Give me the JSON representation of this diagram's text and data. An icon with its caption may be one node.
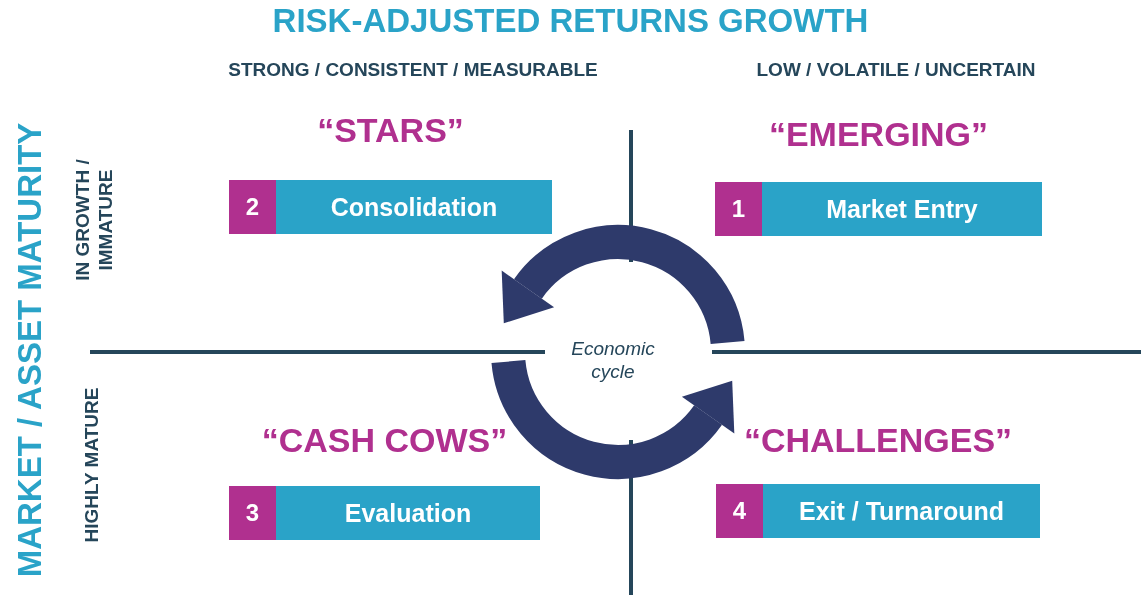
{
  "diagram": {
    "title": "RISK-ADJUSTED RETURNS GROWTH",
    "nodes": [
      {
        "text": [
          "“STARS”",
          "2",
          "Consolidation"
        ]
      },
      {
        "text": [
          "“EMERGING”",
          "1",
          "Market Entry"
        ]
      },
      {
        "text": [
          "“CASH COWS”",
          "3",
          "Evaluation"
        ]
      },
      {
        "text": [
          "“CHALLENGES”",
          "4",
          "Exit / Turnaround"
        ]
      }
    ],
    "labels": [
      "STRONG / CONSISTENT / MEASURABLE",
      "LOW / VOLATILE / UNCERTAIN",
      "MARKET / ASSET MATURITY",
      "IN GROWTH / IMMATURE",
      "HIGHLY MATURE",
      "Economic cycle"
    ]
  }
}
